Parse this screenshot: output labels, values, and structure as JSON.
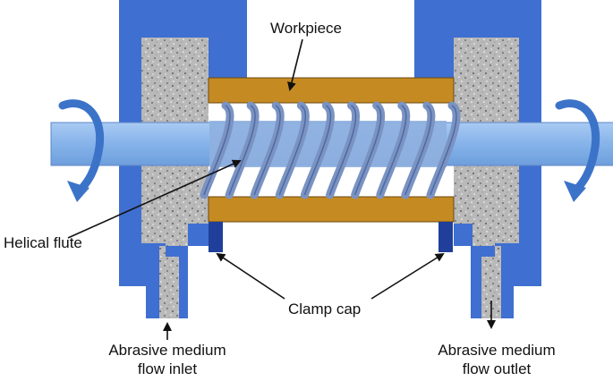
{
  "labels": {
    "workpiece": "Workpiece",
    "helical_flute": "Helical flute",
    "clamp_cap": "Clamp cap",
    "inlet_line1": "Abrasive medium",
    "inlet_line2": "flow inlet",
    "outlet_line1": "Abrasive medium",
    "outlet_line2": "flow outlet"
  },
  "colors": {
    "housing": "#3f6fd0",
    "abrasive_fill": "#b8b8b8",
    "workpiece": "#c58a22",
    "shaft": "#86b3ea",
    "flute": "#7b93c2",
    "clamp_cap": "#1f3f9a",
    "arrow": "#3b73c9"
  }
}
